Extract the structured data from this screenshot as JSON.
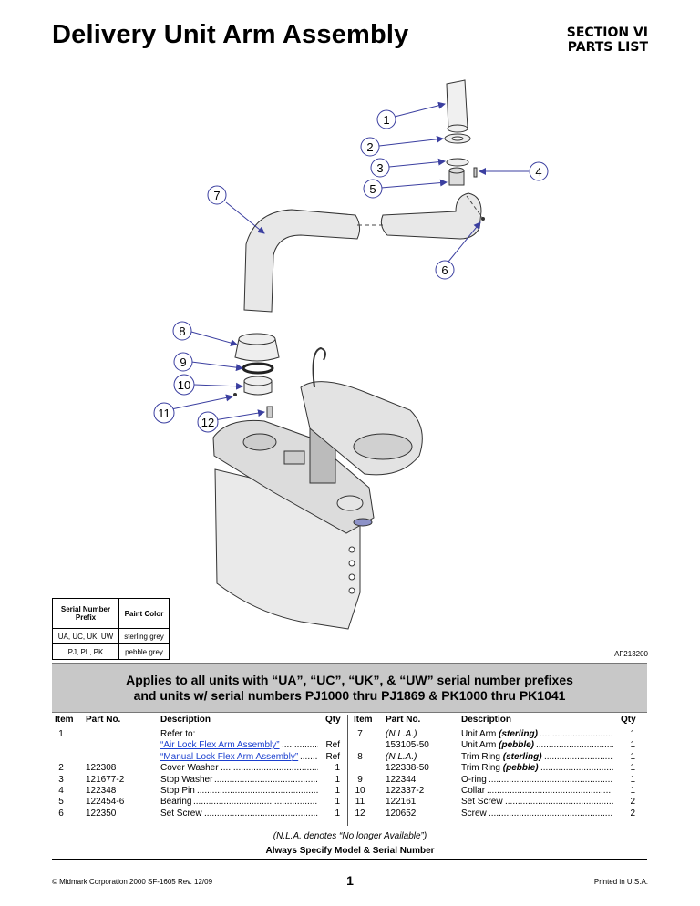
{
  "header": {
    "title": "Delivery Unit Arm Assembly",
    "section_line1": "SECTION VI",
    "section_line2": "PARTS LIST"
  },
  "diagram": {
    "callouts": [
      "1",
      "2",
      "3",
      "4",
      "5",
      "6",
      "7",
      "8",
      "9",
      "10",
      "11",
      "12"
    ],
    "figure_id": "AF213200"
  },
  "legend": {
    "headers": [
      "Serial Number Prefix",
      "Paint Color"
    ],
    "rows": [
      [
        "UA, UC, UK, UW",
        "sterling grey"
      ],
      [
        "PJ, PL, PK",
        "pebble grey"
      ]
    ]
  },
  "banner": {
    "line1": "Applies to all units with “UA”, “UC”, “UK”,  & “UW” serial number prefixes",
    "line2": "and units w/ serial numbers PJ1000 thru PJ1869 & PK1000 thru PK1041"
  },
  "parts": {
    "headers": {
      "item": "Item",
      "part": "Part No.",
      "desc": "Description",
      "qty": "Qty"
    },
    "left": [
      {
        "item": "1",
        "part": "",
        "desc": "Refer to:",
        "qty": ""
      },
      {
        "item": "",
        "part": "",
        "desc": "“Air Lock Flex Arm Assembly”",
        "qty": "Ref"
      },
      {
        "item": "",
        "part": "",
        "desc": "“Manual Lock Flex Arm Assembly”",
        "qty": "Ref"
      },
      {
        "item": "2",
        "part": "122308",
        "desc": "Cover Washer",
        "qty": "1"
      },
      {
        "item": "3",
        "part": "121677-2",
        "desc": "Stop Washer",
        "qty": "1"
      },
      {
        "item": "4",
        "part": "122348",
        "desc": "Stop Pin",
        "qty": "1"
      },
      {
        "item": "5",
        "part": "122454-6",
        "desc": "Bearing",
        "qty": "1"
      },
      {
        "item": "6",
        "part": "122350",
        "desc": "Set Screw",
        "qty": "1"
      }
    ],
    "right": [
      {
        "item": "7",
        "part": "(N.L.A.)",
        "desc": "Unit Arm (sterling)",
        "qty": "1"
      },
      {
        "item": "",
        "part": "153105-50",
        "desc": "Unit Arm (pebble)",
        "qty": "1"
      },
      {
        "item": "8",
        "part": "(N.L.A.)",
        "desc": "Trim Ring (sterling)",
        "qty": "1"
      },
      {
        "item": "",
        "part": "122338-50",
        "desc": "Trim Ring (pebble)",
        "qty": "1"
      },
      {
        "item": "9",
        "part": "122344",
        "desc": "O-ring",
        "qty": "1"
      },
      {
        "item": "10",
        "part": "122337-2",
        "desc": "Collar",
        "qty": "1"
      },
      {
        "item": "11",
        "part": "122161",
        "desc": "Set Screw",
        "qty": "2"
      },
      {
        "item": "12",
        "part": "120652",
        "desc": "Screw",
        "qty": "2"
      }
    ]
  },
  "notes": {
    "nla": "(N.L.A. denotes “No longer Available”)",
    "always": "Always Specify Model & Serial Number"
  },
  "footer": {
    "copyright": "© Midmark Corporation  2000  SF-1605  Rev. 12/09",
    "page": "1",
    "printed": "Printed in U.S.A."
  }
}
